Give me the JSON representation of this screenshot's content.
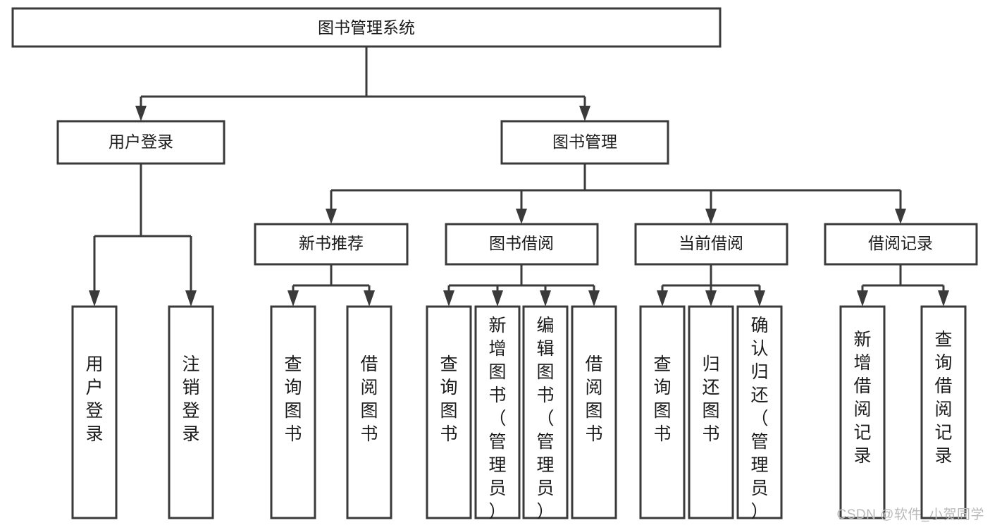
{
  "diagram": {
    "title_node": {
      "label": "图书管理系统"
    },
    "level2": [
      {
        "id": "user-login",
        "label": "用户登录"
      },
      {
        "id": "book-manage",
        "label": "图书管理"
      }
    ],
    "level3": [
      {
        "id": "new-book-recommend",
        "label": "新书推荐"
      },
      {
        "id": "book-borrow",
        "label": "图书借阅"
      },
      {
        "id": "current-borrow",
        "label": "当前借阅"
      },
      {
        "id": "borrow-record",
        "label": "借阅记录"
      }
    ],
    "leaves": {
      "user_login": [
        {
          "id": "leaf-user-login",
          "label": "用户登录"
        },
        {
          "id": "leaf-logout-login",
          "label": "注销登录"
        }
      ],
      "new_book_recommend": [
        {
          "id": "leaf-query-book-1",
          "label": "查询图书"
        },
        {
          "id": "leaf-borrow-book-1",
          "label": "借阅图书"
        }
      ],
      "book_borrow": [
        {
          "id": "leaf-query-book-2",
          "label": "查询图书"
        },
        {
          "id": "leaf-add-book",
          "label": "新增图书（管理员）"
        },
        {
          "id": "leaf-edit-book",
          "label": "编辑图书（管理员）"
        },
        {
          "id": "leaf-borrow-book-2",
          "label": "借阅图书"
        }
      ],
      "current_borrow": [
        {
          "id": "leaf-query-book-3",
          "label": "查询图书"
        },
        {
          "id": "leaf-return-book",
          "label": "归还图书"
        },
        {
          "id": "leaf-confirm-return",
          "label": "确认归还（管理员）"
        }
      ],
      "borrow_record": [
        {
          "id": "leaf-add-borrow-record",
          "label": "新增借阅记录"
        },
        {
          "id": "leaf-query-borrow-record",
          "label": "查询借阅记录"
        }
      ]
    },
    "colors": {
      "stroke": "#3a3a3a",
      "fill": "#ffffff",
      "text": "#1b1b1b",
      "watermark": "#b9b9b9"
    }
  },
  "watermark": {
    "text": "CSDN @软件_小贺同学"
  }
}
